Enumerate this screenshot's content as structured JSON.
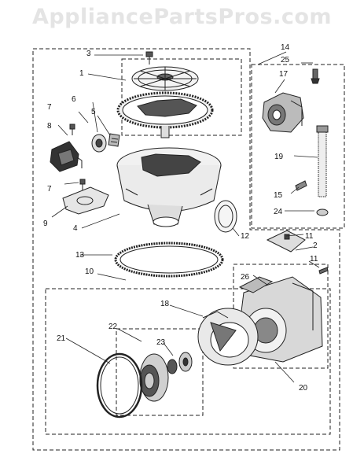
{
  "watermark": "AppliancePartsPros.com",
  "labels": [
    "1",
    "2",
    "3",
    "4",
    "5",
    "6",
    "7",
    "7",
    "8",
    "9",
    "10",
    "11",
    "11",
    "12",
    "13",
    "14",
    "15",
    "17",
    "18",
    "19",
    "20",
    "21",
    "22",
    "23",
    "24",
    "25",
    "26"
  ]
}
